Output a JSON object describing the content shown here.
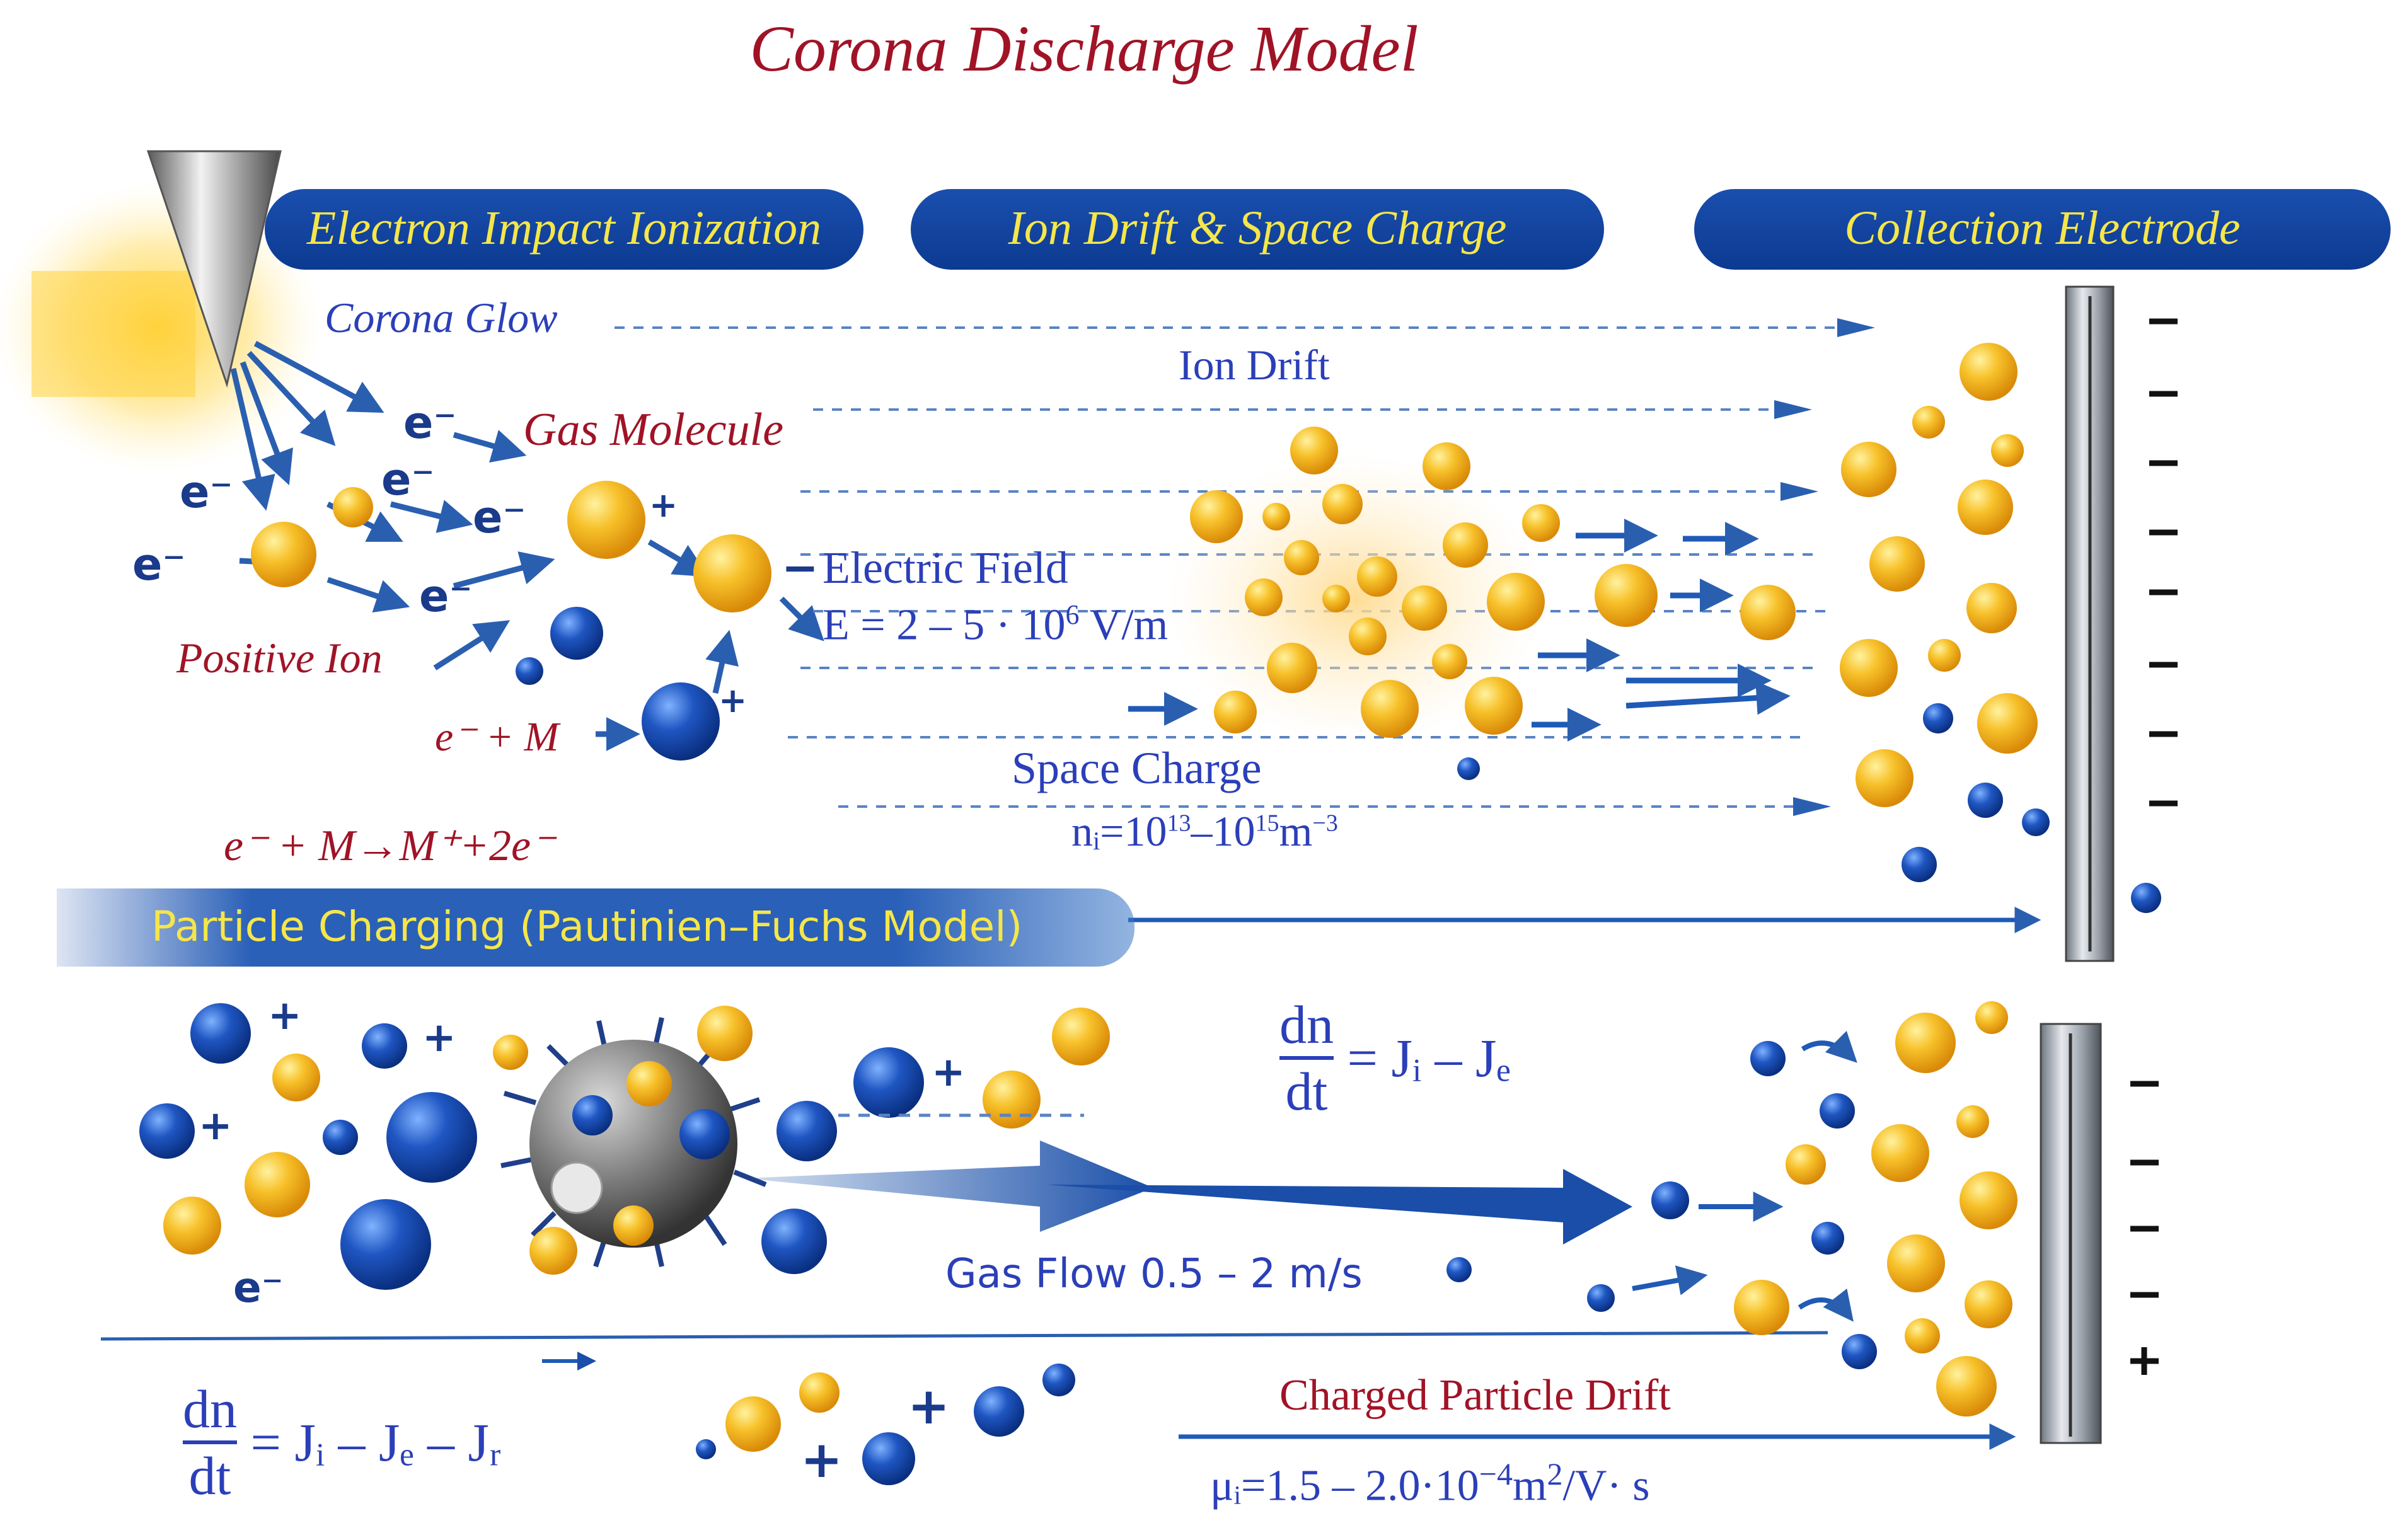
{
  "title": "Corona Discharge Model",
  "banners": {
    "ionization": "Electron Impact Ionization",
    "drift": "Ion Drift & Space Charge",
    "collection": "Collection Electrode"
  },
  "labels": {
    "corona_glow": "Corona Glow",
    "gas_molecule": "Gas Molecule",
    "positive_ion": "Positive Ion",
    "ion_drift": "Ion Drift",
    "electric_field": "Electric Field",
    "field_value": "E = 2 – 5 · 10",
    "field_exp": "6",
    "field_unit": " V/m",
    "space_charge": "Space Charge",
    "density_base": "nᵢ=10",
    "density_exp1": "13",
    "density_mid": "–10",
    "density_exp2": "15",
    "density_unit": "m",
    "density_exp3": "−3",
    "collision": "e⁻ + M",
    "reaction": "e⁻ + M→M⁺+2e⁻",
    "charging": "Particle Charging (Pautinien–Fuchs Model)",
    "gas_flow": "Gas Flow 0.5 – 2 m/s",
    "particle_drift": "Charged Particle Drift",
    "mobility_base": "μᵢ=1.5 – 2.0·10",
    "mobility_exp": "−4",
    "mobility_unit": "m",
    "mobility_exp2": "2",
    "mobility_tail": "/V· s",
    "eq1_num": "dn",
    "eq1_den": "dt",
    "eq1_rhs": "= Jᵢ – Jₑ",
    "eq2_num": "dn",
    "eq2_den": "dt",
    "eq2_rhs": "= Jᵢ – Jₑ – Jᵣ",
    "electron": "e⁻",
    "plus": "+",
    "minus": "−"
  },
  "colors": {
    "title": "#a01326",
    "banner_bg": "#0c3a91",
    "banner_text": "#f5e64a",
    "label_blue": "#2b3fb8",
    "positive_ion": "#f2b01e",
    "negative_ion": "#1f4fb5",
    "arrow": "#2a5fb0",
    "glow": "#ffcf3a"
  },
  "icons": [
    "needle-electrode-icon",
    "collection-electrode-icon",
    "dust-particle-icon",
    "positive-ion-icon",
    "negative-ion-icon"
  ]
}
